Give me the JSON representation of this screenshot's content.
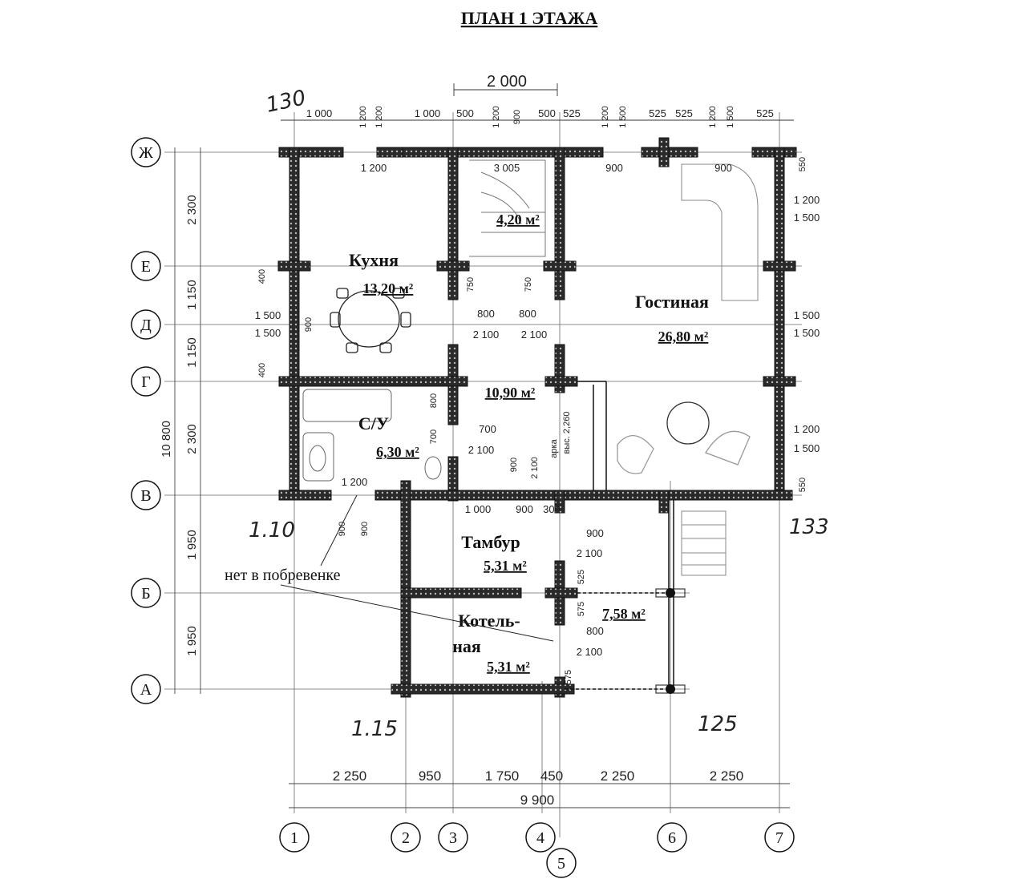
{
  "title": "ПЛАН 1 ЭТАЖА",
  "top_dim": "2 000",
  "axes_rows": [
    "Ж",
    "Е",
    "Д",
    "Г",
    "В",
    "Б",
    "А"
  ],
  "axes_cols": [
    "1",
    "2",
    "3",
    "4",
    "5",
    "6",
    "7"
  ],
  "rooms": [
    {
      "name": "Кухня",
      "area": "13,20 м²"
    },
    {
      "name": "",
      "area": "4,20 м²"
    },
    {
      "name": "Гостиная",
      "area": "26,80 м²"
    },
    {
      "name": "",
      "area": "10,90 м²"
    },
    {
      "name": "С/У",
      "area": "6,30 м²"
    },
    {
      "name": "Тамбур",
      "area": "5,31 м²"
    },
    {
      "name": "",
      "area": "7,58 м²"
    },
    {
      "name": "Котель-",
      "area": ""
    },
    {
      "name": "ная",
      "area": "5,31 м²"
    }
  ],
  "note": "нет в побревенке",
  "handwritten": [
    "130",
    "1.10",
    "133",
    "1.15",
    "125"
  ],
  "bottom_dims": [
    "2 250",
    "950",
    "1 750",
    "450",
    "2 250",
    "2 250"
  ],
  "bottom_total": "9 900",
  "left_dims": [
    "2 300",
    "1 150",
    "1 150",
    "2 300",
    "1 950",
    "1 950"
  ],
  "left_total": "10 800",
  "top_small_dims": [
    "1 000",
    "1 200",
    "1 200",
    "1 000",
    "500",
    "1 200",
    "900",
    "500",
    "525",
    "1 200",
    "1 500",
    "525",
    "525",
    "1 200",
    "1 500",
    "525"
  ],
  "inner_dims": {
    "kitchen_door": "1 200",
    "stair": "3 005",
    "window_900_a": "900",
    "window_900_b": "900",
    "d1": "800",
    "d1h": "2 100",
    "d2": "800",
    "d2h": "2 100",
    "d3": "700",
    "d3h": "2 100",
    "d4": "900",
    "d4h": "2 100",
    "d5": "900",
    "d5h": "2 100",
    "d6": "800",
    "d6h": "2 100",
    "arch": "арка",
    "arch_h": "выс. 2,260",
    "row_b": [
      "1 000",
      "900",
      "300"
    ],
    "left_b": [
      "1 200",
      "900",
      "900"
    ],
    "right_side": [
      "1 200",
      "1 500",
      "1 500",
      "1 500",
      "1 200",
      "1 500"
    ],
    "left_side": [
      "1 500",
      "1 500",
      "900"
    ],
    "v750": "750",
    "v800": "800",
    "v700": "700",
    "v400": "400",
    "v550": "550",
    "v575": "575",
    "v525": "525"
  }
}
